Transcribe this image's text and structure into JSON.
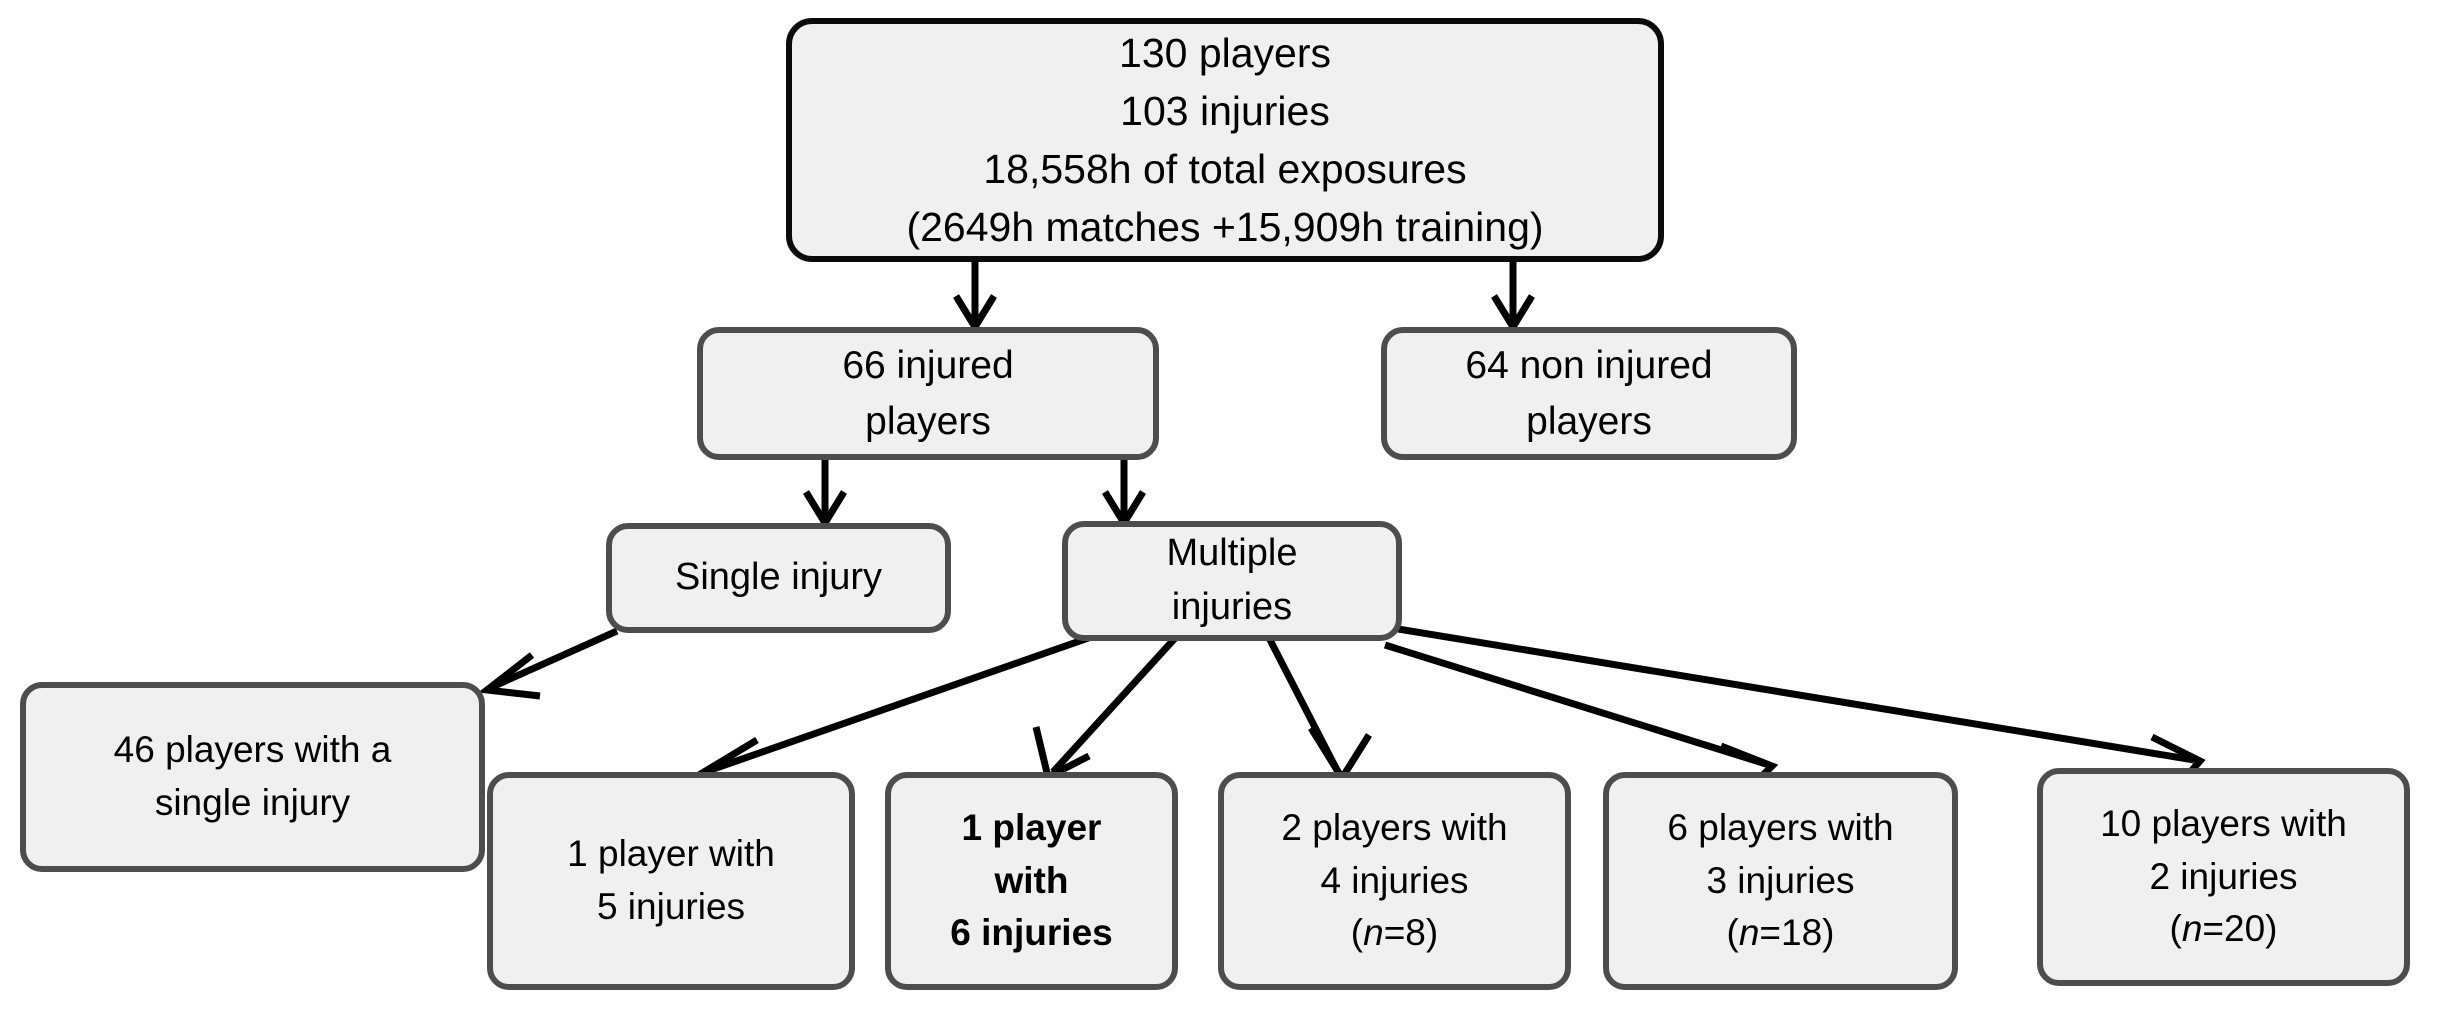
{
  "diagram": {
    "title": "Player injury flow diagram",
    "colors": {
      "box_fill": "#f0f0f0",
      "root_border": "#0b0b0b",
      "box_border": "#4d4d4d",
      "arrow": "#000000",
      "text": "#000000",
      "background": "#ffffff"
    },
    "nodes": {
      "root": {
        "line1": "130 players",
        "line2": "103 injuries",
        "line3": "18,558h of total exposures",
        "line4": "(2649h matches +15,909h training)"
      },
      "injured": {
        "line1": "66 injured",
        "line2": "players"
      },
      "non_injured": {
        "line1": "64 non injured",
        "line2": "players"
      },
      "single_injury": {
        "line1": "Single injury"
      },
      "multiple_injuries": {
        "line1": "Multiple",
        "line2": "injuries"
      },
      "leaf_46": {
        "line1": "46 players with a",
        "line2": "single injury"
      },
      "leaf_1x5": {
        "line1": "1 player with",
        "line2": "5 injuries"
      },
      "leaf_1x6": {
        "line1": "1 player",
        "line2": "with",
        "line3": "6 injuries"
      },
      "leaf_2x4": {
        "line1": "2 players with",
        "line2": "4 injuries",
        "n_prefix": "(",
        "n_symbol": "n",
        "n_value": "=8)"
      },
      "leaf_6x3": {
        "line1": "6 players with",
        "line2": "3 injuries",
        "n_prefix": "(",
        "n_symbol": "n",
        "n_value": "=18)"
      },
      "leaf_10x2": {
        "line1": "10 players with",
        "line2": "2 injuries",
        "n_prefix": "(",
        "n_symbol": "n",
        "n_value": "=20)"
      }
    },
    "edges": [
      {
        "from": "root",
        "to": "injured",
        "style": "vertical-arrow"
      },
      {
        "from": "root",
        "to": "non_injured",
        "style": "vertical-arrow"
      },
      {
        "from": "injured",
        "to": "single_injury",
        "style": "vertical-arrow"
      },
      {
        "from": "injured",
        "to": "multiple_injuries",
        "style": "vertical-arrow"
      },
      {
        "from": "single_injury",
        "to": "leaf_46",
        "style": "diagonal-arrow"
      },
      {
        "from": "multiple_injuries",
        "to": "leaf_1x5",
        "style": "diagonal-arrow"
      },
      {
        "from": "multiple_injuries",
        "to": "leaf_1x6",
        "style": "diagonal-arrow"
      },
      {
        "from": "multiple_injuries",
        "to": "leaf_2x4",
        "style": "diagonal-arrow"
      },
      {
        "from": "multiple_injuries",
        "to": "leaf_6x3",
        "style": "diagonal-arrow"
      },
      {
        "from": "multiple_injuries",
        "to": "leaf_10x2",
        "style": "diagonal-arrow"
      }
    ]
  }
}
